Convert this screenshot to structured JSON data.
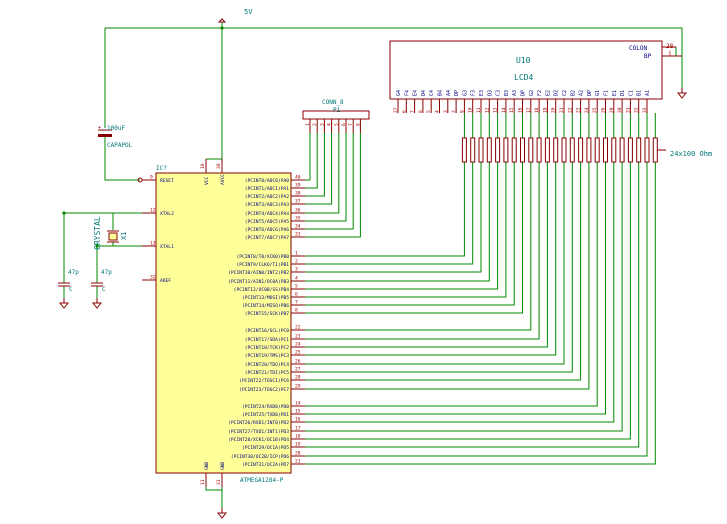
{
  "colors": {
    "wire": "#008800",
    "part": "#880000",
    "body_fill": "#ffff99",
    "value_text": "#007777",
    "pin_name": "#00007f",
    "pin_num": "#aa0000",
    "bg": "#ffffff"
  },
  "power": {
    "net": "5V"
  },
  "capacitor_main": {
    "value": "100uF",
    "ref": "CAPAPOL"
  },
  "crystal": {
    "label": "CRYSTAL",
    "ref": "X1"
  },
  "cap_left": {
    "value": "47p",
    "ref": "C"
  },
  "cap_right": {
    "value": "47p",
    "ref": "C"
  },
  "mcu": {
    "ref": "IC?",
    "part": "ATMEGA1284-P",
    "left_pins": [
      {
        "name": "RESET",
        "num": "9"
      },
      {
        "name": "XTAL2",
        "num": "12"
      },
      {
        "name": "XTAL1",
        "num": "13"
      },
      {
        "name": "AREF",
        "num": "32"
      }
    ],
    "top_pins": [
      {
        "name": "VCC",
        "num": "10"
      },
      {
        "name": "AVCC",
        "num": "30"
      }
    ],
    "bottom_pins": [
      {
        "name": "GND",
        "num": "11"
      },
      {
        "name": "GND",
        "num": "31"
      }
    ],
    "right_pins": [
      {
        "name": "(PCINT0/ADC0)PA0",
        "num": "40"
      },
      {
        "name": "(PCINT1/ADC1)PA1",
        "num": "39"
      },
      {
        "name": "(PCINT2/ADC2)PA2",
        "num": "38"
      },
      {
        "name": "(PCINT3/ADC3)PA3",
        "num": "37"
      },
      {
        "name": "(PCINT4/ADC4)PA4",
        "num": "36"
      },
      {
        "name": "(PCINT5/ADC5)PA5",
        "num": "35"
      },
      {
        "name": "(PCINT6/ADC6)PA6",
        "num": "34"
      },
      {
        "name": "(PCINT7/ADC7)PA7",
        "num": "33"
      },
      {
        "name": "(PCINT8/T0/XCK0)PB0",
        "num": "1"
      },
      {
        "name": "(PCINT9/CLKO/T1)PB1",
        "num": "2"
      },
      {
        "name": "(PCINT10/AIN0/INT2)PB2",
        "num": "3"
      },
      {
        "name": "(PCINT11/AIN1/OC0A)PB3",
        "num": "4"
      },
      {
        "name": "(PCINT12/OC0B/SS)PB4",
        "num": "5"
      },
      {
        "name": "(PCINT13/MOSI)PB5",
        "num": "6"
      },
      {
        "name": "(PCINT14/MISO)PB6",
        "num": "7"
      },
      {
        "name": "(PCINT15/SCK)PB7",
        "num": "8"
      },
      {
        "name": "(PCINT16/SCL)PC0",
        "num": "22"
      },
      {
        "name": "(PCINT17/SDA)PC1",
        "num": "23"
      },
      {
        "name": "(PCINT18/TCK)PC2",
        "num": "24"
      },
      {
        "name": "(PCINT19/TMS)PC3",
        "num": "25"
      },
      {
        "name": "(PCINT20/TDO)PC4",
        "num": "26"
      },
      {
        "name": "(PCINT21/TDI)PC5",
        "num": "27"
      },
      {
        "name": "(PCINT22/TOSC1)PC6",
        "num": "28"
      },
      {
        "name": "(PCINT23/TOSC2)PC7",
        "num": "29"
      },
      {
        "name": "(PCINT24/RXD0)PD0",
        "num": "14"
      },
      {
        "name": "(PCINT25/TXD0)PD1",
        "num": "15"
      },
      {
        "name": "(PCINT26/RXD1/INT0)PD2",
        "num": "16"
      },
      {
        "name": "(PCINT27/TXD1/INT1)PD3",
        "num": "17"
      },
      {
        "name": "(PCINT28/XCK1/OC1B)PD4",
        "num": "18"
      },
      {
        "name": "(PCINT29/OC1A)PD5",
        "num": "19"
      },
      {
        "name": "(PCINT30/OC2B/ICP)PD6",
        "num": "20"
      },
      {
        "name": "(PCINT31/OC2A)PD7",
        "num": "21"
      }
    ]
  },
  "conn": {
    "name": "CONN_8",
    "ref": "P1",
    "pins": [
      "1",
      "2",
      "3",
      "4",
      "5",
      "6",
      "7",
      "8"
    ]
  },
  "lcd": {
    "ref": "U10",
    "value": "LCD4",
    "colon_label": "COLON",
    "bp_label": "BP",
    "colon_pin": "28",
    "bp_pin": "1",
    "segments": [
      "G4",
      "F4",
      "E4",
      "D4",
      "C4",
      "B4",
      "A4",
      "DP",
      "G3",
      "F3",
      "E3",
      "D3",
      "C3",
      "B3",
      "A3",
      "DP",
      "G2",
      "F2",
      "E2",
      "D2",
      "C2",
      "B2",
      "A2",
      "DP",
      "G1",
      "F1",
      "E1",
      "D1",
      "C1",
      "B1",
      "A1"
    ],
    "pin_nums": [
      "27",
      "6",
      "7",
      "8",
      "5",
      "4",
      "3",
      "2",
      "9",
      "10",
      "11",
      "12",
      "13",
      "14",
      "15",
      "16",
      "17",
      "18",
      "19",
      "20",
      "21",
      "22",
      "23",
      "24",
      "25",
      "26",
      "29",
      "30",
      "31",
      "32",
      "33"
    ]
  },
  "resistor_array": {
    "label": "24x100 Ohm"
  }
}
